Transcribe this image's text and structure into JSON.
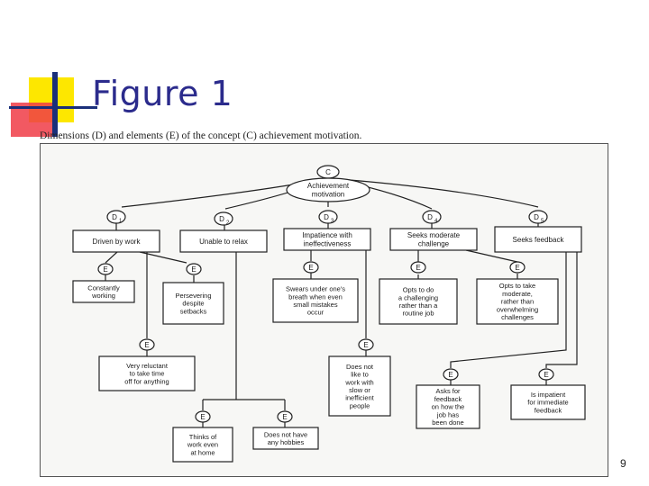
{
  "slide": {
    "title": "Figure 1",
    "caption": "Dimensions (D) and elements (E) of the concept (C) achievement motivation.",
    "page_number": "9",
    "accent_colors": {
      "yellow": "#fde700",
      "red": "#f03c46",
      "blue": "#1a2f7a"
    }
  },
  "diagram": {
    "concept": {
      "symbol": "C",
      "lines": [
        "Achievement",
        "motivation"
      ]
    },
    "dimension_symbols": [
      "D",
      "D",
      "D",
      "D",
      "D"
    ],
    "dimension_subscripts": [
      "1",
      "2",
      "3",
      "4",
      "5"
    ],
    "dimensions": [
      {
        "lines": [
          "Driven by work"
        ]
      },
      {
        "lines": [
          "Unable to relax"
        ]
      },
      {
        "lines": [
          "Impatience with",
          "ineffectiveness"
        ]
      },
      {
        "lines": [
          "Seeks moderate",
          "challenge"
        ]
      },
      {
        "lines": [
          "Seeks feedback"
        ]
      }
    ],
    "element_symbol": "E",
    "elements": [
      {
        "lines": [
          "Constantly",
          "working"
        ]
      },
      {
        "lines": [
          "Persevering",
          "despite",
          "setbacks"
        ]
      },
      {
        "lines": [
          "Very reluctant",
          "to take time",
          "off for anything"
        ]
      },
      {
        "lines": [
          "Thinks of",
          "work even",
          "at home"
        ]
      },
      {
        "lines": [
          "Does not have",
          "any hobbies"
        ]
      },
      {
        "lines": [
          "Swears under one's",
          "breath when even",
          "small mistakes",
          "occur"
        ]
      },
      {
        "lines": [
          "Does not",
          "like to",
          "work with",
          "slow or",
          "inefficient",
          "people"
        ]
      },
      {
        "lines": [
          "Opts to do",
          "a challenging",
          "rather than a",
          "routine job"
        ]
      },
      {
        "lines": [
          "Opts to take",
          "moderate,",
          "rather than",
          "overwhelming",
          "challenges"
        ]
      },
      {
        "lines": [
          "Asks for",
          "feedback",
          "on how the",
          "job has",
          "been done"
        ]
      },
      {
        "lines": [
          "Is impatient",
          "for immediate",
          "feedback"
        ]
      }
    ]
  }
}
